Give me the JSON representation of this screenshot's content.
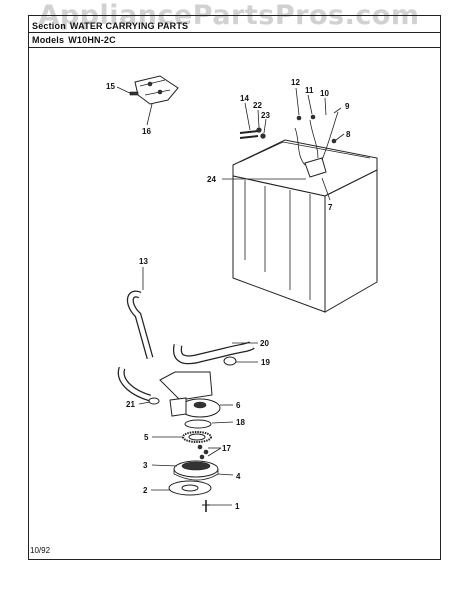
{
  "watermark": "AppliancePartsPros.com",
  "header": {
    "section_key": "Section",
    "section_value": "WATER CARRYING PARTS",
    "models_key": "Models",
    "models_value": "W10HN-2C"
  },
  "footer": {
    "date": "10/92"
  },
  "callouts": [
    "1",
    "2",
    "3",
    "4",
    "5",
    "6",
    "7",
    "8",
    "9",
    "10",
    "11",
    "12",
    "13",
    "14",
    "15",
    "16",
    "17",
    "18",
    "19",
    "20",
    "21",
    "22",
    "23",
    "24"
  ]
}
